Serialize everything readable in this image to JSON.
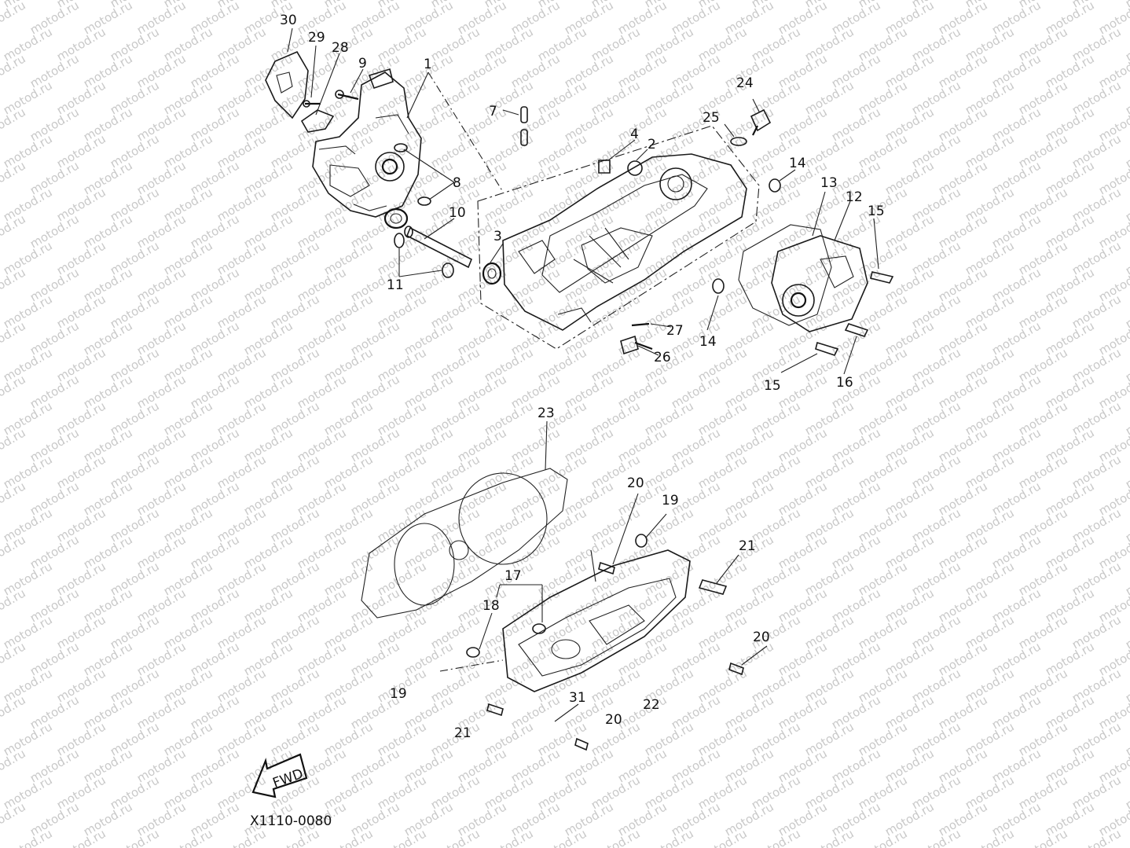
{
  "watermark": {
    "text": "motod.ru",
    "color": "#c9c9c9"
  },
  "callouts": {
    "c1": "1",
    "c2": "2",
    "c3": "3",
    "c4": "4",
    "c7": "7",
    "c8": "8",
    "c9": "9",
    "c10": "10",
    "c11": "11",
    "c12": "12",
    "c13": "13",
    "c14a": "14",
    "c14b": "14",
    "c15a": "15",
    "c15b": "15",
    "c16": "16",
    "c17": "17",
    "c18": "18",
    "c19a": "19",
    "c19b": "19",
    "c20a": "20",
    "c20b": "20",
    "c20c": "20",
    "c21a": "21",
    "c21b": "21",
    "c22": "22",
    "c23": "23",
    "c24": "24",
    "c25": "25",
    "c26": "26",
    "c27": "27",
    "c28": "28",
    "c29": "29",
    "c30": "30",
    "c31": "31"
  },
  "fwd_label": "FWD",
  "drawing_code": "X1110-0080"
}
